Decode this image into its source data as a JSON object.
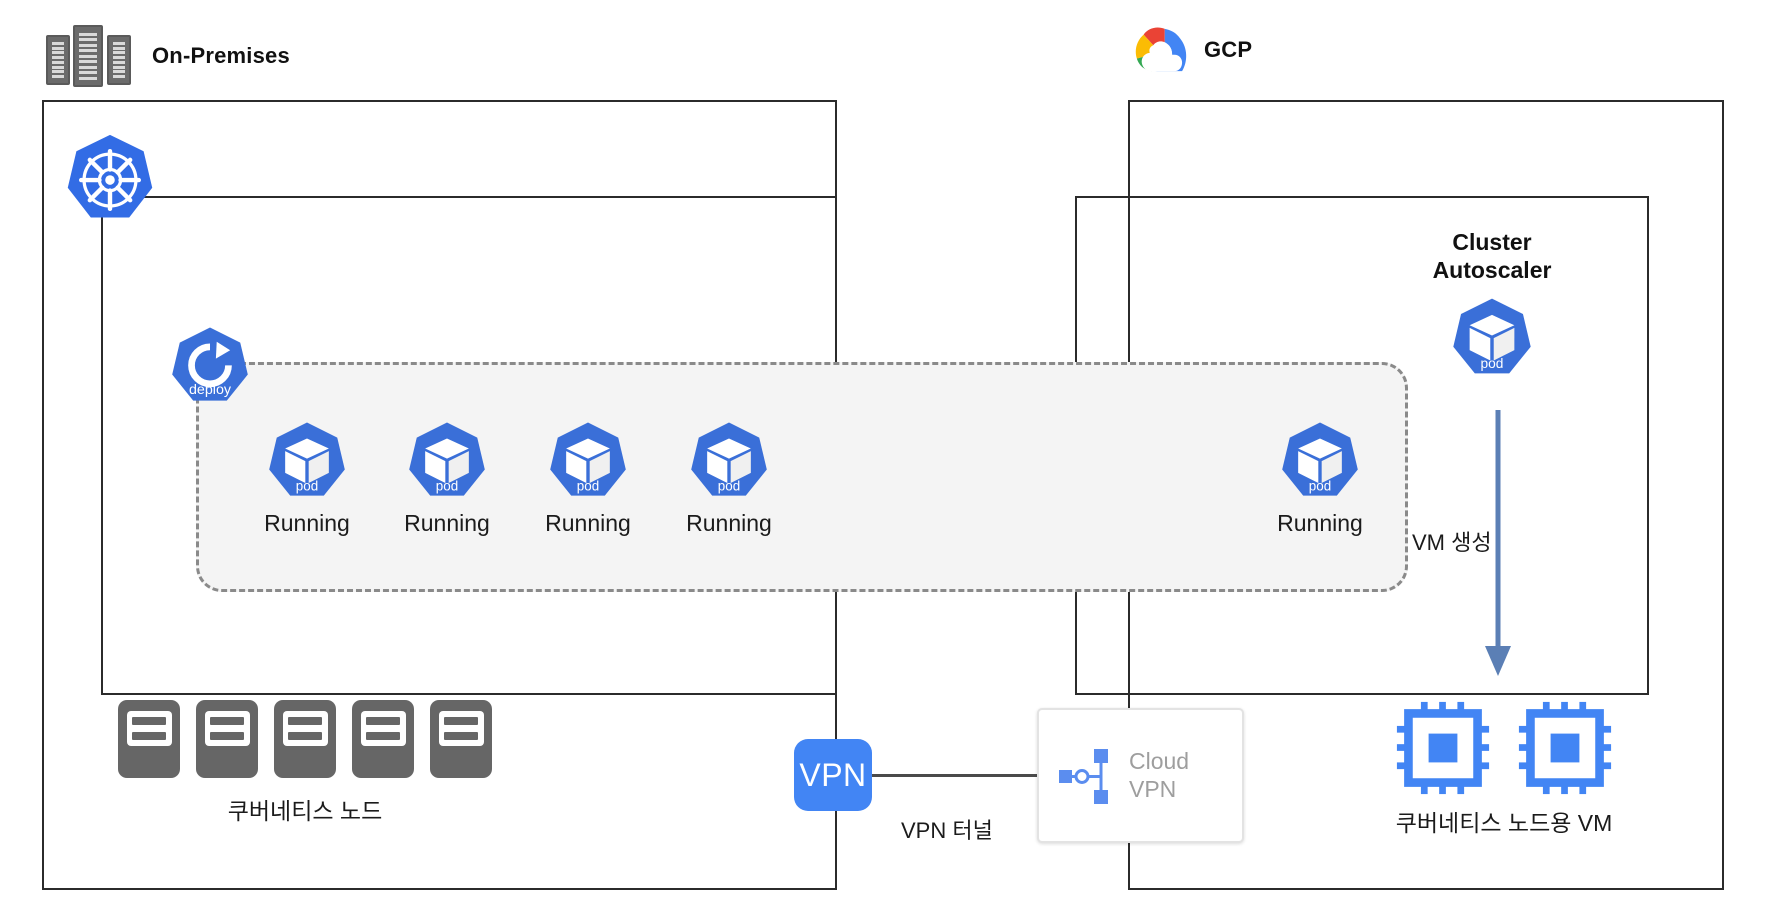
{
  "diagram": {
    "zones": {
      "onpremises": {
        "label": "On-Premises",
        "icon": "datacenter-icon"
      },
      "gcp": {
        "label": "GCP",
        "icon": "google-cloud-logo"
      }
    },
    "onprem_cluster": {
      "logo_icon": "kubernetes-logo-icon",
      "deploy_badge": {
        "label": "deploy",
        "icon": "deploy-icon"
      },
      "pods": [
        {
          "icon_label": "pod",
          "status": "Running"
        },
        {
          "icon_label": "pod",
          "status": "Running"
        },
        {
          "icon_label": "pod",
          "status": "Running"
        },
        {
          "icon_label": "pod",
          "status": "Running"
        },
        {
          "icon_label": "pod",
          "status": "Running"
        }
      ]
    },
    "gcp_cluster": {
      "autoscaler": {
        "title_line1": "Cluster",
        "title_line2": "Autoscaler",
        "pod_label": "pod",
        "arrow_label": "VM 생성"
      }
    },
    "bottom": {
      "nodes": {
        "label": "쿠버네티스 노드",
        "count": 5
      },
      "vpn": {
        "badge_label": "VPN",
        "tunnel_label": "VPN 터널"
      },
      "cloud_vpn": {
        "line1": "Cloud",
        "line2": "VPN",
        "icon": "cloud-vpn-topology-icon"
      },
      "vms": {
        "label": "쿠버네티스 노드용 VM",
        "count": 2
      }
    }
  },
  "colors": {
    "k8s_blue": "#326ce5",
    "gcp_blue": "#4285f4",
    "google_red": "#ea4335",
    "google_yellow": "#fbbc04",
    "google_green": "#34a853",
    "node_gray": "#666666",
    "border_black": "#2b2b2b",
    "dashed_gray": "#8a8a8a",
    "group_fill": "#f4f4f4",
    "muted_text": "#9e9e9e"
  }
}
